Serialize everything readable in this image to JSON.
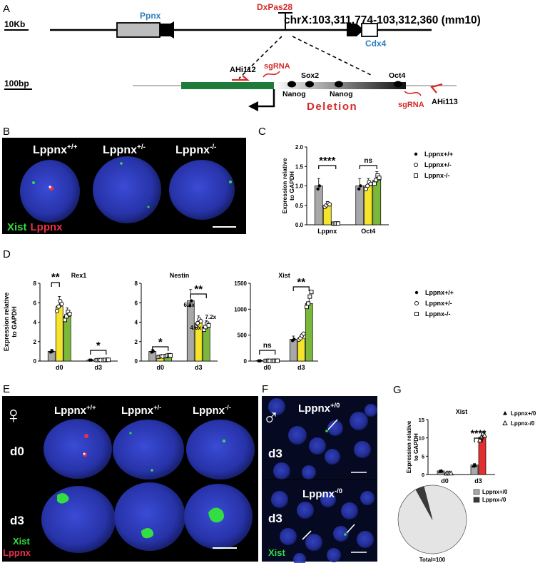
{
  "panels": {
    "A": "A",
    "B": "B",
    "C": "C",
    "D": "D",
    "E": "E",
    "F": "F",
    "G": "G"
  },
  "panel_a": {
    "coords": "chrX:103,311,774-103,312,360 (mm10)",
    "scale_top": "10Kb",
    "scale_bottom": "100bp",
    "genes": {
      "ppnx": "Ppnx",
      "cdx4": "Cdx4"
    },
    "dxpas": "DxPas28",
    "primers": {
      "left": "AHi112",
      "right": "AHi113"
    },
    "sgrna_left": "sgRNA",
    "sgrna_right": "sgRNA",
    "tfs": {
      "nanog1": "Nanog",
      "sox2": "Sox2",
      "nanog2": "Nanog",
      "oct4": "Oct4"
    },
    "deletion": "Deletion",
    "colors": {
      "gene_blue": "#2e7fc0",
      "red": "#d42a2a",
      "green": "#1e7b3a"
    }
  },
  "panel_b": {
    "genotypes": [
      {
        "base": "Lppnx",
        "sup": "+/+"
      },
      {
        "base": "Lppnx",
        "sup": "+/-"
      },
      {
        "base": "Lppnx",
        "sup": "-/-"
      }
    ],
    "legend_xist": "Xist",
    "legend_lppnx": "Lppnx"
  },
  "legend_three": [
    "Lppnx+/+",
    "Lppnx+/-",
    "Lppnx-/-"
  ],
  "legend_two": [
    "Lppnx+/0",
    "Lppnx-/0"
  ],
  "ylabel_lines": [
    "Expression relative",
    "to GAPDH"
  ],
  "sig": {
    "p4": "****",
    "p2": "**",
    "p1": "*",
    "ns": "ns"
  },
  "panel_e": {
    "genotypes": [
      {
        "base": "Lppnx",
        "sup": "+/+"
      },
      {
        "base": "Lppnx",
        "sup": "+/-"
      },
      {
        "base": "Lppnx",
        "sup": "-/-"
      }
    ],
    "rows": [
      "d0",
      "d3"
    ],
    "legend_xist": "Xist",
    "legend_lppnx": "Lppnx",
    "female_symbol": "♀"
  },
  "panel_f": {
    "top": {
      "base": "Lppnx",
      "sup": "+/0",
      "day": "d3"
    },
    "bottom": {
      "base": "Lppnx",
      "sup": "-/0",
      "day": "d3"
    },
    "legend_xist": "Xist",
    "male_symbol": "♂"
  },
  "chart_data": [
    {
      "id": "C",
      "type": "bar",
      "title": "",
      "categories": [
        "Lppnx",
        "Oct4"
      ],
      "ylim": [
        0,
        2.0
      ],
      "yticks": [
        0,
        0.5,
        1.0,
        1.5,
        2.0
      ],
      "series": [
        {
          "name": "Lppnx+/+",
          "values": [
            1.0,
            1.0
          ]
        },
        {
          "name": "Lppnx+/-",
          "values": [
            0.5,
            1.0
          ]
        },
        {
          "name": "Lppnx-/-",
          "values": [
            0.03,
            1.15
          ]
        }
      ]
    },
    {
      "id": "D1",
      "type": "bar",
      "title": "Rex1",
      "categories": [
        "d0",
        "d3"
      ],
      "ylim": [
        0,
        8
      ],
      "yticks": [
        0,
        2,
        4,
        6,
        8
      ],
      "series": [
        {
          "name": "Lppnx+/+",
          "values": [
            1.0,
            0.1
          ]
        },
        {
          "name": "Lppnx+/-",
          "values": [
            5.6,
            0.1
          ]
        },
        {
          "name": "Lppnx-/-",
          "values": [
            4.6,
            0.12
          ]
        }
      ]
    },
    {
      "id": "D2",
      "type": "bar",
      "title": "Nestin",
      "categories": [
        "d0",
        "d3"
      ],
      "ylim": [
        0,
        8
      ],
      "yticks": [
        0,
        2,
        4,
        6,
        8
      ],
      "annotations": [
        "6.2x",
        "4.6x",
        "7.2x"
      ],
      "series": [
        {
          "name": "Lppnx+/+",
          "values": [
            1.0,
            6.2
          ]
        },
        {
          "name": "Lppnx+/-",
          "values": [
            0.45,
            3.9
          ]
        },
        {
          "name": "Lppnx-/-",
          "values": [
            0.55,
            3.5
          ]
        }
      ]
    },
    {
      "id": "D3",
      "type": "bar",
      "title": "Xist",
      "categories": [
        "d0",
        "d3"
      ],
      "ylim": [
        0,
        1500
      ],
      "yticks": [
        0,
        500,
        1000,
        1500
      ],
      "series": [
        {
          "name": "Lppnx+/+",
          "values": [
            5,
            420
          ]
        },
        {
          "name": "Lppnx+/-",
          "values": [
            5,
            440
          ]
        },
        {
          "name": "Lppnx-/-",
          "values": [
            5,
            1110
          ]
        }
      ]
    },
    {
      "id": "G",
      "type": "bar",
      "title": "Xist",
      "categories": [
        "d0",
        "d3"
      ],
      "ylim": [
        0,
        15
      ],
      "yticks": [
        0,
        5,
        10,
        15
      ],
      "series": [
        {
          "name": "Lppnx+/0",
          "values": [
            1.0,
            2.6
          ]
        },
        {
          "name": "Lppnx-/0",
          "values": [
            0.35,
            10.2
          ]
        }
      ]
    },
    {
      "id": "G-pie",
      "type": "pie",
      "labels": [
        "Lppnx+/0",
        "Lppnx-/0"
      ],
      "values": [
        96,
        4
      ],
      "total_label": "Total=100"
    }
  ]
}
